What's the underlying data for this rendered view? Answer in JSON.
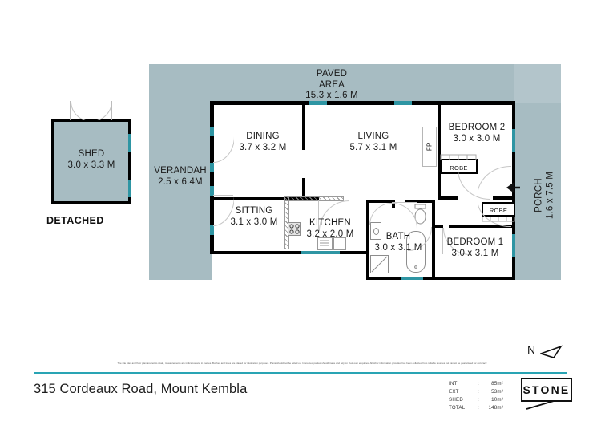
{
  "document": {
    "address": "315 Cordeaux Road, Mount Kembla",
    "detached_label": "DETACHED",
    "disclaimer": "The site plan and floor plan are not to scale, measurements are indicative and in metres. Bushes and trees are placed for illustration purposes. Plans should not be relied on. Interested parties should make and rely on their own enquiries. All other information provided has been collected from reliable sources but cannot be guaranteed for accuracy",
    "brand": "STONE",
    "north_label": "N"
  },
  "areas": {
    "rows": [
      {
        "label": "INT",
        "sep": ":",
        "value": "85m²"
      },
      {
        "label": "EXT",
        "sep": ":",
        "value": "53m²"
      },
      {
        "label": "SHED",
        "sep": ":",
        "value": "10m²"
      },
      {
        "label": "TOTAL",
        "sep": ":",
        "value": "148m²"
      }
    ]
  },
  "rooms": {
    "paved_area": {
      "name": "PAVED\nAREA",
      "name_line1": "PAVED",
      "name_line2": "AREA",
      "dims": "15.3 x 1.6 M"
    },
    "verandah": {
      "name": "VERANDAH",
      "dims": "2.5 x 6.4M"
    },
    "porch": {
      "name": "PORCH",
      "dims": "1.6 x 7.5 M"
    },
    "shed": {
      "name": "SHED",
      "dims": "3.0 x 3.3 M"
    },
    "dining": {
      "name": "DINING",
      "dims": "3.7 x 3.2 M"
    },
    "living": {
      "name": "LIVING",
      "dims": "5.7 x 3.1 M"
    },
    "sitting": {
      "name": "SITTING",
      "dims": "3.1 x 3.0 M"
    },
    "kitchen": {
      "name": "KITCHEN",
      "dims": "3.2 x 2.0 M"
    },
    "bath": {
      "name": "BATH",
      "dims": "3.0 x 3.1 M"
    },
    "bedroom1": {
      "name": "BEDROOM 1",
      "dims": "3.0 x 3.1 M"
    },
    "bedroom2": {
      "name": "BEDROOM 2",
      "dims": "3.0 x 3.0 M"
    }
  },
  "annotations": {
    "robe_bed2": "ROBE",
    "robe_bed1": "ROBE",
    "fireplace": "FP"
  },
  "colors": {
    "outdoor_grey": "#a7bcc2",
    "outdoor_grey_light": "#b3c5cb",
    "window_teal": "#2e95a3",
    "accent_rule": "#29a4b4",
    "wall_black": "#000000"
  }
}
